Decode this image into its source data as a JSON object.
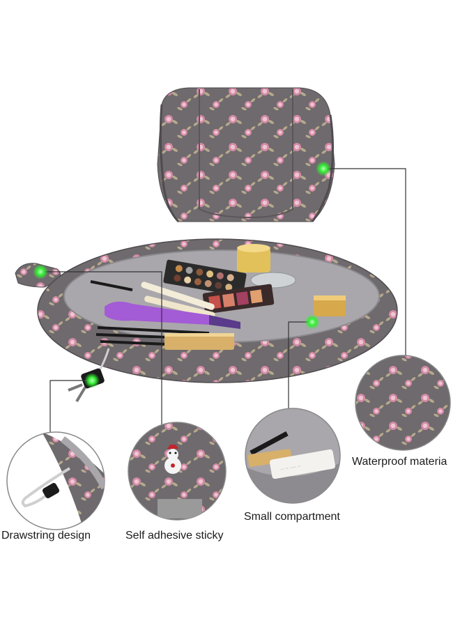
{
  "captions": {
    "drawstring": "Drawstring design",
    "sticky": "Self adhesive sticky",
    "small_compartment": "Small compartment",
    "waterproof": "Waterproof materia"
  },
  "colors": {
    "fabric": "#6e6a6d",
    "fabric_dark": "#4f4b4e",
    "lining": "#a9a7ab",
    "rose_pink": "#d48aa5",
    "rose_light": "#efc6d3",
    "leaf": "#b6a98c",
    "marker_green": "#33ee33",
    "leader_line": "#333333"
  },
  "icons": [
    "green-dot-marker"
  ]
}
